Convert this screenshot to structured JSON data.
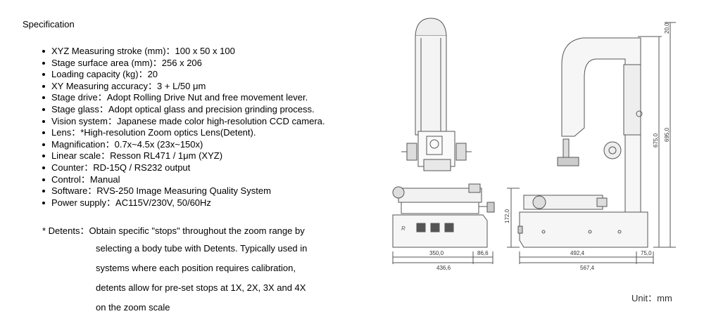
{
  "heading": "Specification",
  "specs": [
    "XYZ Measuring stroke (mm)：100 x 50 x 100",
    "Stage surface area (mm)：256 x 206",
    "Loading capacity (kg)：20",
    "XY Measuring accuracy：3 + L/50 μm",
    "Stage drive：Adopt Rolling Drive Nut and free movement lever.",
    "Stage glass：Adopt optical glass and precision grinding process.",
    "Vision system：Japanese made color high-resolution CCD camera.",
    "Lens：*High-resolution Zoom optics Lens(Detent).",
    "Magnification：0.7x~4.5x (23x~150x)",
    "Linear scale：Resson RL471 / 1μm (XYZ)",
    "Counter：RD-15Q / RS232 output",
    "Control：Manual",
    "Software：RVS-250 Image Measuring Quality System",
    "Power supply：AC115V/230V, 50/60Hz"
  ],
  "note": {
    "head": "* Detents：Obtain specific \"stops\" throughout the zoom range by",
    "lines": [
      "selecting a body tube with Detents. Typically used in",
      "systems where each position requires calibration,",
      "detents allow for pre-set stops at 1X, 2X, 3X and 4X",
      "on the zoom scale"
    ]
  },
  "dimensions": {
    "front_width": "350,0",
    "front_side": "86,6",
    "front_total": "436,6",
    "side_width": "492,4",
    "side_rear": "75,0",
    "side_total": "567,4",
    "base_height": "172,0",
    "column_height": "675,0",
    "total_height": "695,0",
    "top_offset": "20,0"
  },
  "unit_label": "Unit：mm"
}
